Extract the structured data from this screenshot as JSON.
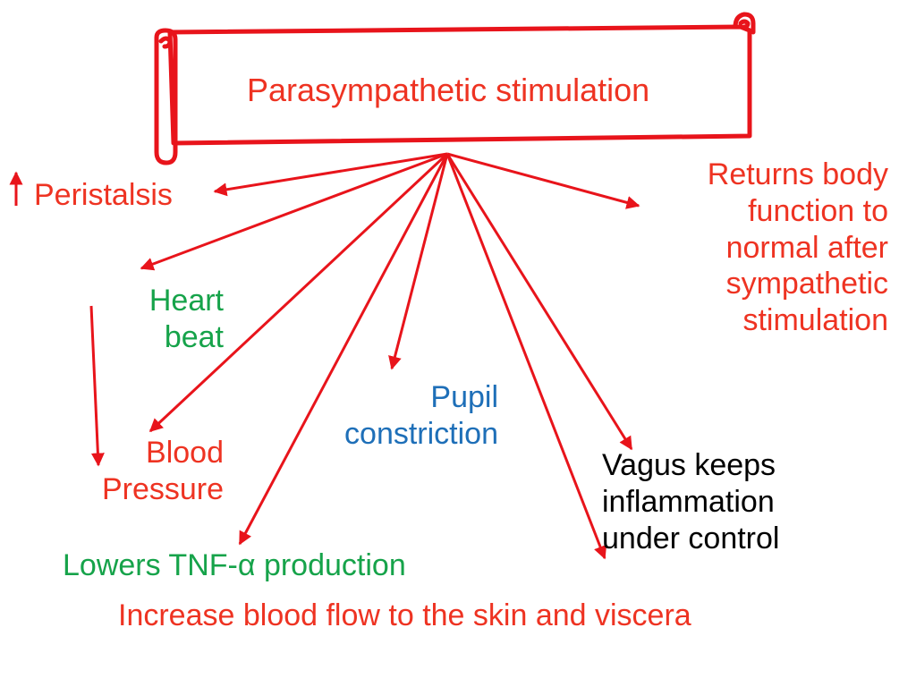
{
  "colors": {
    "arrow": "#e8141b",
    "red_text": "#ee3322",
    "green_text": "#16a34a",
    "blue_text": "#1e6fb8",
    "black_text": "#000000"
  },
  "title": "Parasympathetic stimulation",
  "effects": {
    "peristalsis": {
      "text": "Peristalsis",
      "indicator": "up-arrow-icon"
    },
    "heart_beat": {
      "lines": [
        "Heart",
        "beat"
      ],
      "indicator": "down-arrow-icon"
    },
    "blood_pressure": {
      "lines": [
        "Blood",
        "Pressure"
      ]
    },
    "pupil": {
      "lines": [
        "Pupil",
        "constriction"
      ]
    },
    "tnf": {
      "text": "Lowers TNF-α production"
    },
    "blood_flow": {
      "text": "Increase blood flow to the skin and viscera"
    },
    "returns": {
      "lines": [
        "Returns body",
        "function to",
        "normal after",
        "sympathetic",
        "stimulation"
      ]
    },
    "vagus": {
      "lines": [
        "Vagus keeps",
        "inflammation",
        "under control"
      ]
    }
  }
}
